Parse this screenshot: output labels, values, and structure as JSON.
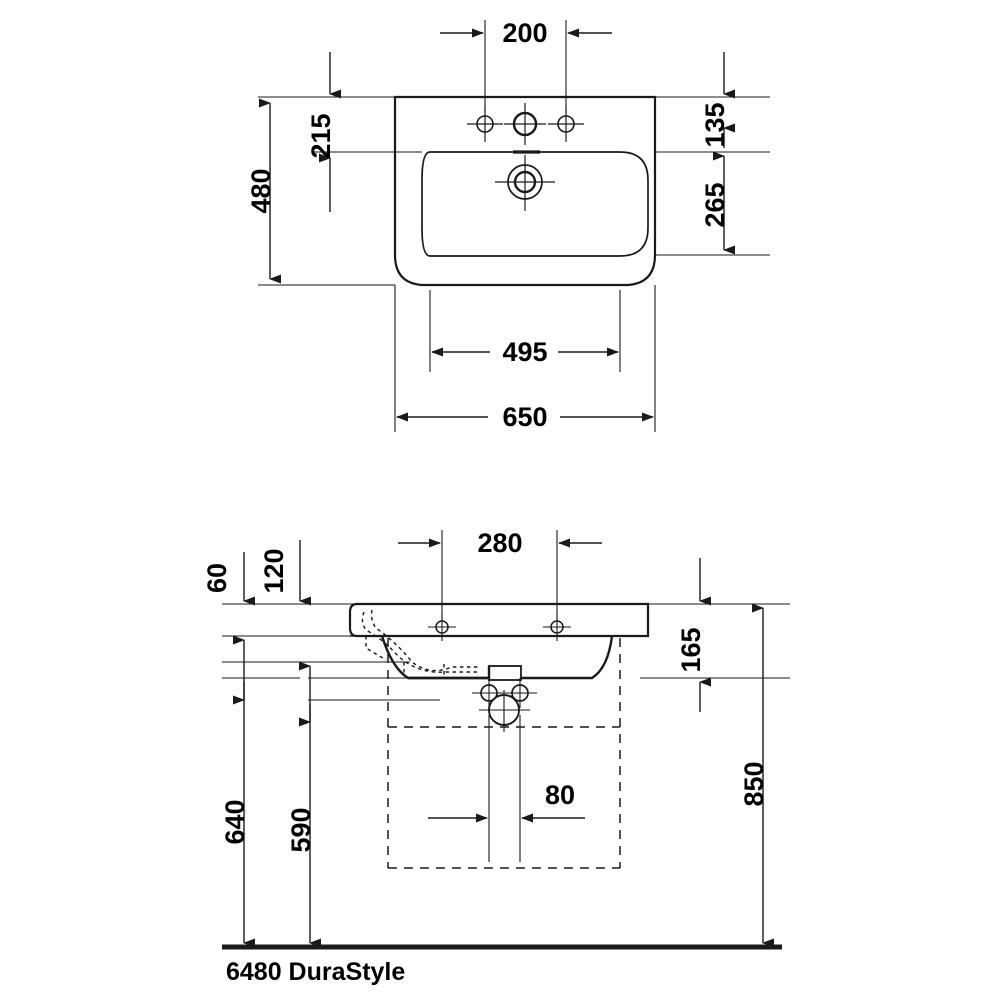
{
  "drawing": {
    "title": "6480 DuraStyle",
    "product_label": "6480 DuraStyle",
    "units": "mm",
    "line_color": "#1a1a1a",
    "background": "#ffffff",
    "views": [
      {
        "name": "top-view",
        "description": "Washbasin plan view with three tap holes and drain"
      },
      {
        "name": "side-view",
        "description": "Washbasin elevation / section with siphon cabinet outline"
      }
    ]
  },
  "top_view": {
    "dimensions": {
      "tap_hole_spacing": "200",
      "height_overall": "480",
      "back_to_basin": "215",
      "front_edge_offset": "135",
      "basin_depth": "265",
      "basin_width": "495",
      "width_overall": "650"
    }
  },
  "side_view": {
    "dimensions": {
      "rim_thickness": "60",
      "bowl_front_height": "120",
      "tap_hole_spacing": "280",
      "bowl_depth": "165",
      "drain_offset": "80",
      "underside_height": "640",
      "siphon_height": "590",
      "mounting_height": "850"
    }
  },
  "dimension_list": [
    {
      "id": "d200",
      "value": "200",
      "view": "top"
    },
    {
      "id": "d215",
      "value": "215",
      "view": "top"
    },
    {
      "id": "d480",
      "value": "480",
      "view": "top"
    },
    {
      "id": "d135",
      "value": "135",
      "view": "top"
    },
    {
      "id": "d265",
      "value": "265",
      "view": "top"
    },
    {
      "id": "d495",
      "value": "495",
      "view": "top"
    },
    {
      "id": "d650",
      "value": "650",
      "view": "top"
    },
    {
      "id": "d60",
      "value": "60",
      "view": "side"
    },
    {
      "id": "d120",
      "value": "120",
      "view": "side"
    },
    {
      "id": "d280",
      "value": "280",
      "view": "side"
    },
    {
      "id": "d165",
      "value": "165",
      "view": "side"
    },
    {
      "id": "d640",
      "value": "640",
      "view": "side"
    },
    {
      "id": "d590",
      "value": "590",
      "view": "side"
    },
    {
      "id": "d80",
      "value": "80",
      "view": "side"
    },
    {
      "id": "d850",
      "value": "850",
      "view": "side"
    }
  ]
}
